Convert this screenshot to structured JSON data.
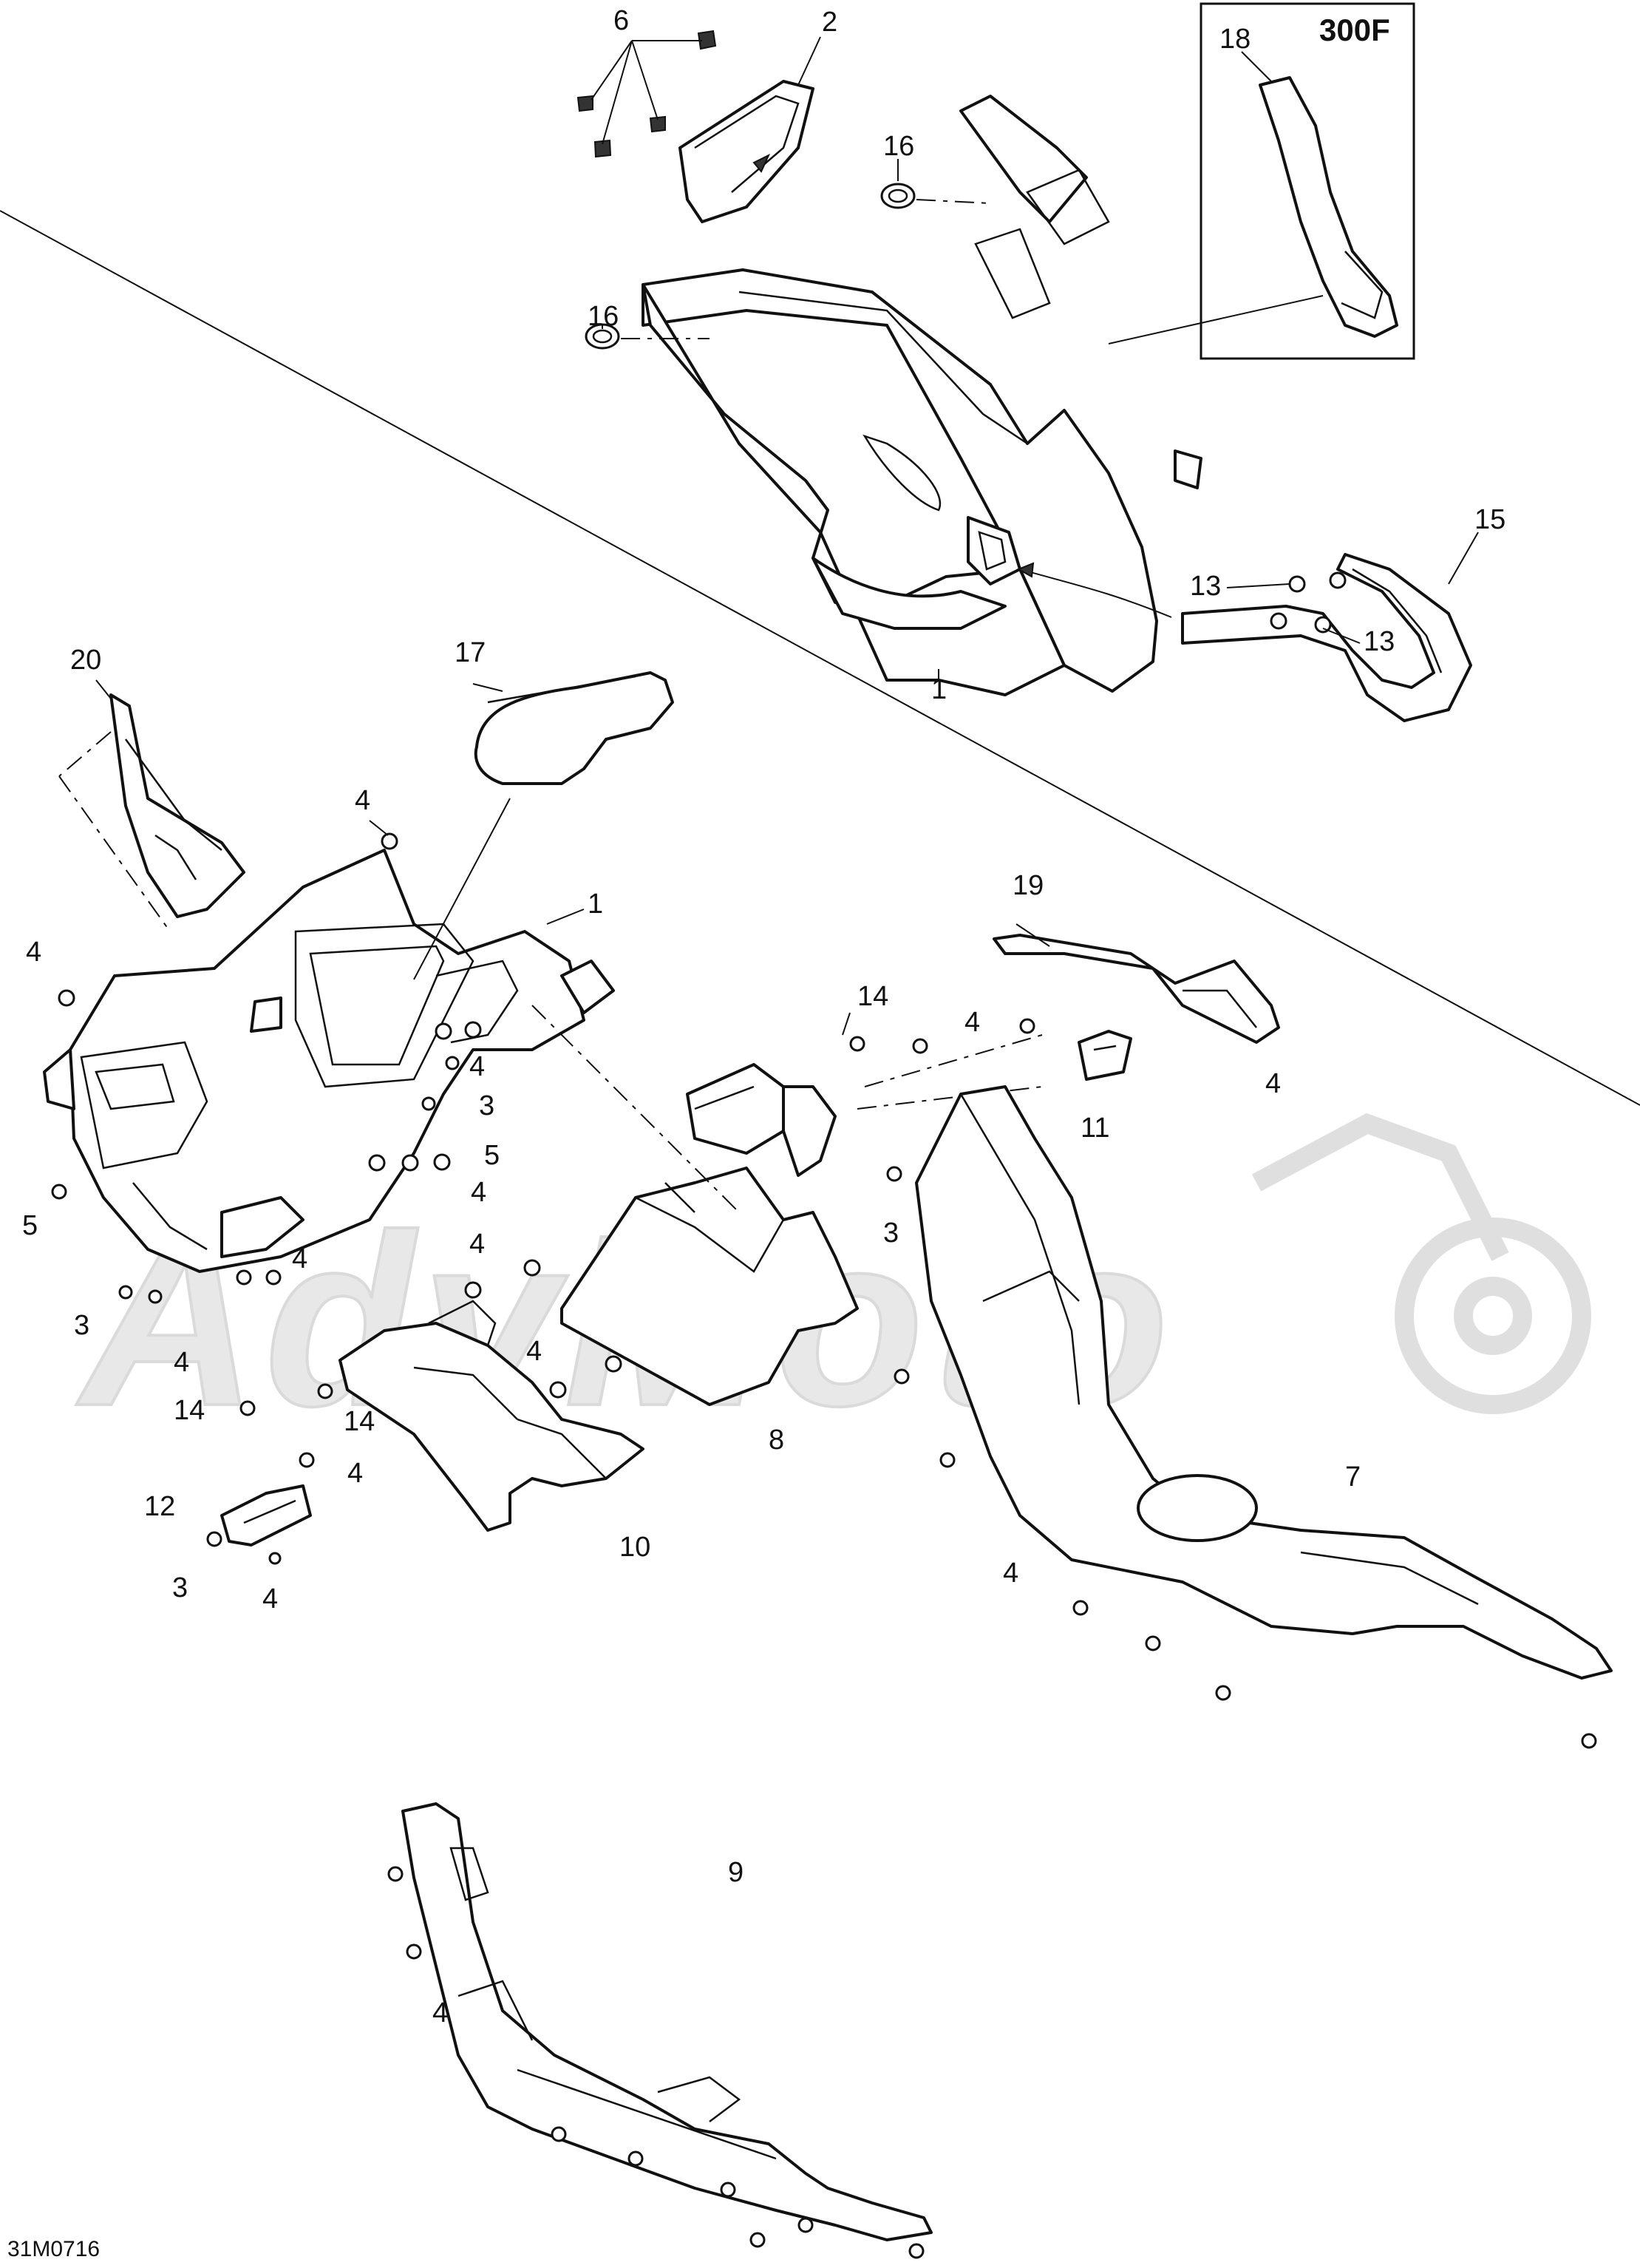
{
  "diagram": {
    "variant_label": "300F",
    "drawing_code": "31M0716",
    "watermark": "AdvMoto",
    "callouts": [
      {
        "id": "c6",
        "label": "6"
      },
      {
        "id": "c2",
        "label": "2"
      },
      {
        "id": "c18",
        "label": "18"
      },
      {
        "id": "c16a",
        "label": "16"
      },
      {
        "id": "c16b",
        "label": "16"
      },
      {
        "id": "c15",
        "label": "15"
      },
      {
        "id": "c13a",
        "label": "13"
      },
      {
        "id": "c13b",
        "label": "13"
      },
      {
        "id": "c1a",
        "label": "1"
      },
      {
        "id": "c20",
        "label": "20"
      },
      {
        "id": "c17",
        "label": "17"
      },
      {
        "id": "c4a",
        "label": "4"
      },
      {
        "id": "c1b",
        "label": "1"
      },
      {
        "id": "c4b",
        "label": "4"
      },
      {
        "id": "c4c",
        "label": "4"
      },
      {
        "id": "c3a",
        "label": "3"
      },
      {
        "id": "c5a",
        "label": "5"
      },
      {
        "id": "c4d",
        "label": "4"
      },
      {
        "id": "c5b",
        "label": "5"
      },
      {
        "id": "c3b",
        "label": "3"
      },
      {
        "id": "c4e",
        "label": "4"
      },
      {
        "id": "c4f",
        "label": "4"
      },
      {
        "id": "c19",
        "label": "19"
      },
      {
        "id": "c14a",
        "label": "14"
      },
      {
        "id": "c4g",
        "label": "4"
      },
      {
        "id": "c4h",
        "label": "4"
      },
      {
        "id": "c11",
        "label": "11"
      },
      {
        "id": "c3c",
        "label": "3"
      },
      {
        "id": "c4i",
        "label": "4"
      },
      {
        "id": "c4j",
        "label": "4"
      },
      {
        "id": "c14b",
        "label": "14"
      },
      {
        "id": "c14c",
        "label": "14"
      },
      {
        "id": "c8",
        "label": "8"
      },
      {
        "id": "c12",
        "label": "12"
      },
      {
        "id": "c4k",
        "label": "4"
      },
      {
        "id": "c3d",
        "label": "3"
      },
      {
        "id": "c4l",
        "label": "4"
      },
      {
        "id": "c10",
        "label": "10"
      },
      {
        "id": "c7",
        "label": "7"
      },
      {
        "id": "c4m",
        "label": "4"
      },
      {
        "id": "c9",
        "label": "9"
      },
      {
        "id": "c4n",
        "label": "4"
      }
    ]
  }
}
